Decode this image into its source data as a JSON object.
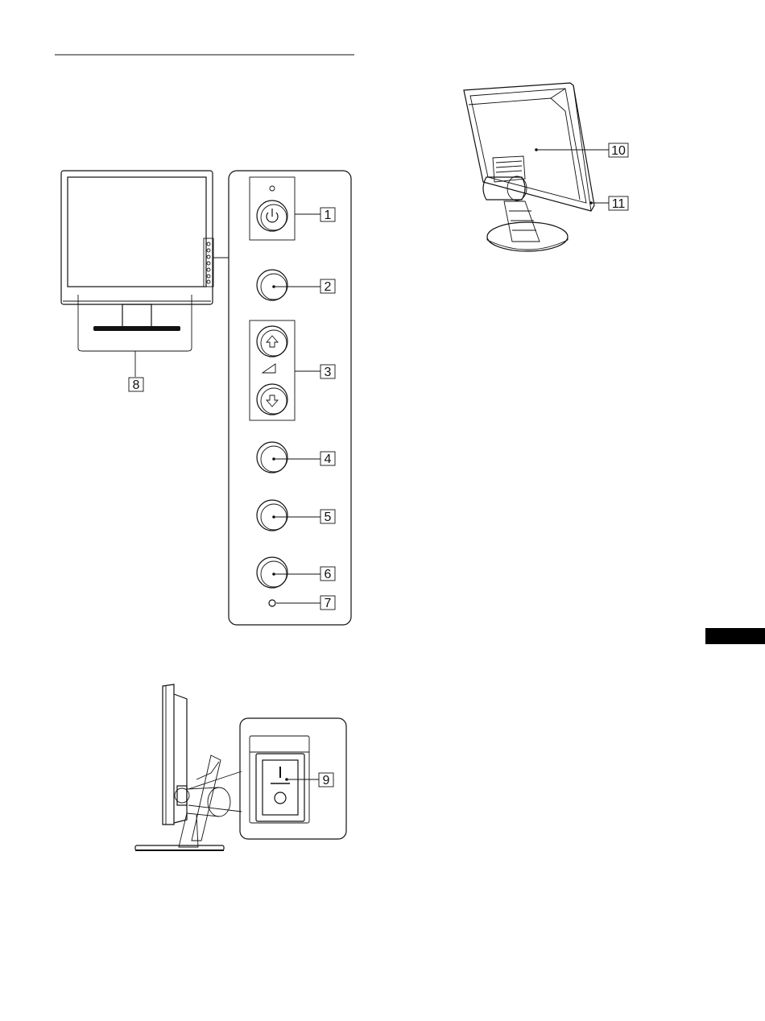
{
  "callouts": {
    "c1": "1",
    "c2": "2",
    "c3": "3",
    "c4": "4",
    "c5": "5",
    "c6": "6",
    "c7": "7",
    "c8": "8",
    "c9": "9",
    "c10": "10",
    "c11": "11"
  },
  "icons": {
    "power": "power-icon",
    "up": "arrow-up-icon",
    "down": "arrow-down-icon",
    "volume": "volume-icon"
  },
  "colors": {
    "line": "#111111",
    "tab": "#000000",
    "background": "#ffffff"
  }
}
